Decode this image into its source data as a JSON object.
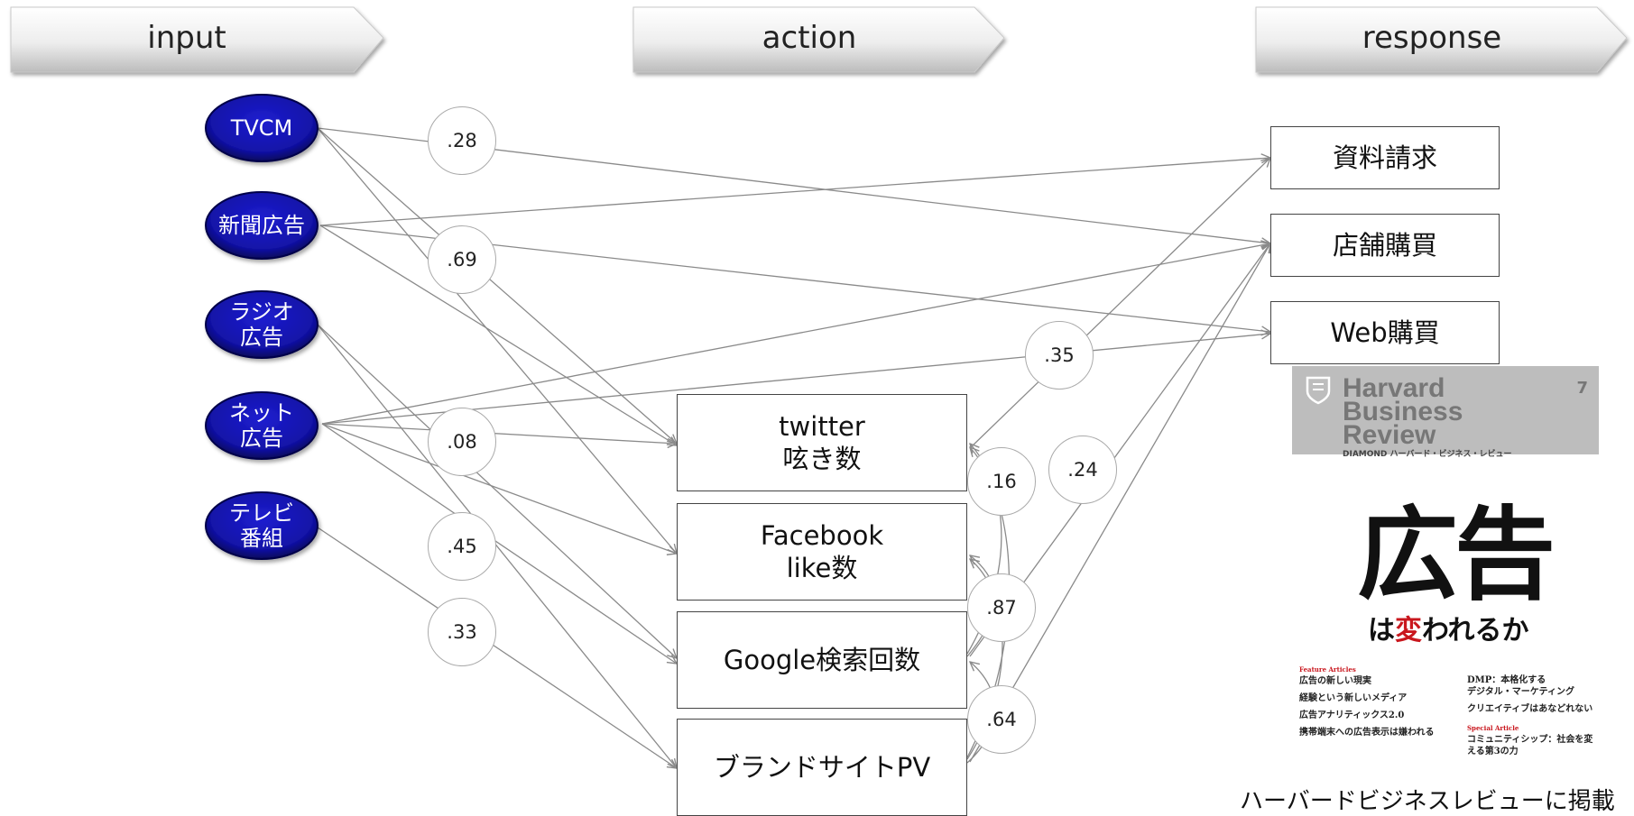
{
  "headers": {
    "input": "input",
    "action": "action",
    "response": "response"
  },
  "inputs": [
    {
      "id": "tvcm",
      "lines": [
        "TVCM"
      ]
    },
    {
      "id": "newspaper",
      "lines": [
        "新聞広告"
      ]
    },
    {
      "id": "radio",
      "lines": [
        "ラジオ",
        "広告"
      ]
    },
    {
      "id": "net",
      "lines": [
        "ネット",
        "広告"
      ]
    },
    {
      "id": "tvshow",
      "lines": [
        "テレビ",
        "番組"
      ]
    }
  ],
  "actions": [
    {
      "id": "twitter",
      "label": "twitter\n呟き数"
    },
    {
      "id": "facebook",
      "label": "Facebook\nlike数"
    },
    {
      "id": "google",
      "label": "Google検索回数"
    },
    {
      "id": "brand",
      "label": "ブランドサイトPV"
    }
  ],
  "responses": [
    {
      "id": "inquiry",
      "label": "資料請求"
    },
    {
      "id": "store",
      "label": "店舗購買"
    },
    {
      "id": "web",
      "label": "Web購買"
    }
  ],
  "coefficients": [
    ".28",
    ".69",
    ".08",
    ".45",
    ".33",
    ".35",
    ".16",
    ".24",
    ".87",
    ".64"
  ],
  "magazine": {
    "logo_lines": [
      "Harvard",
      "Business",
      "Review"
    ],
    "brand": "DIAMOND ハーバード・ビジネス・レビュー",
    "issue": "7",
    "headline": "広告",
    "subheadline_pre": "は",
    "subheadline_highlight": "変",
    "subheadline_post": "われるか",
    "toc_left": [
      {
        "type": "section",
        "text": "Feature Articles"
      },
      {
        "type": "article",
        "text": "広告の新しい現実"
      },
      {
        "type": "article",
        "text": "経験という新しいメディア"
      },
      {
        "type": "article",
        "text": "広告アナリティックス2.0"
      },
      {
        "type": "article",
        "text": "携帯端末への広告表示は嫌われる"
      }
    ],
    "toc_right": [
      {
        "type": "article",
        "text": "DMP：本格化する"
      },
      {
        "type": "article",
        "text": "デジタル・マーケティング"
      },
      {
        "type": "article",
        "text": "クリエイティブはあなどれない"
      },
      {
        "type": "section",
        "text": "Special Article"
      },
      {
        "type": "article",
        "text": "コミュニティシップ：社会を変える第3の力"
      }
    ]
  },
  "caption": "ハーバードビジネスレビューに掲載",
  "colors": {
    "oval_fill": "#1414b4",
    "oval_dark": "#000066",
    "edge": "#8a8a8a",
    "accent_red": "#c9171e"
  }
}
